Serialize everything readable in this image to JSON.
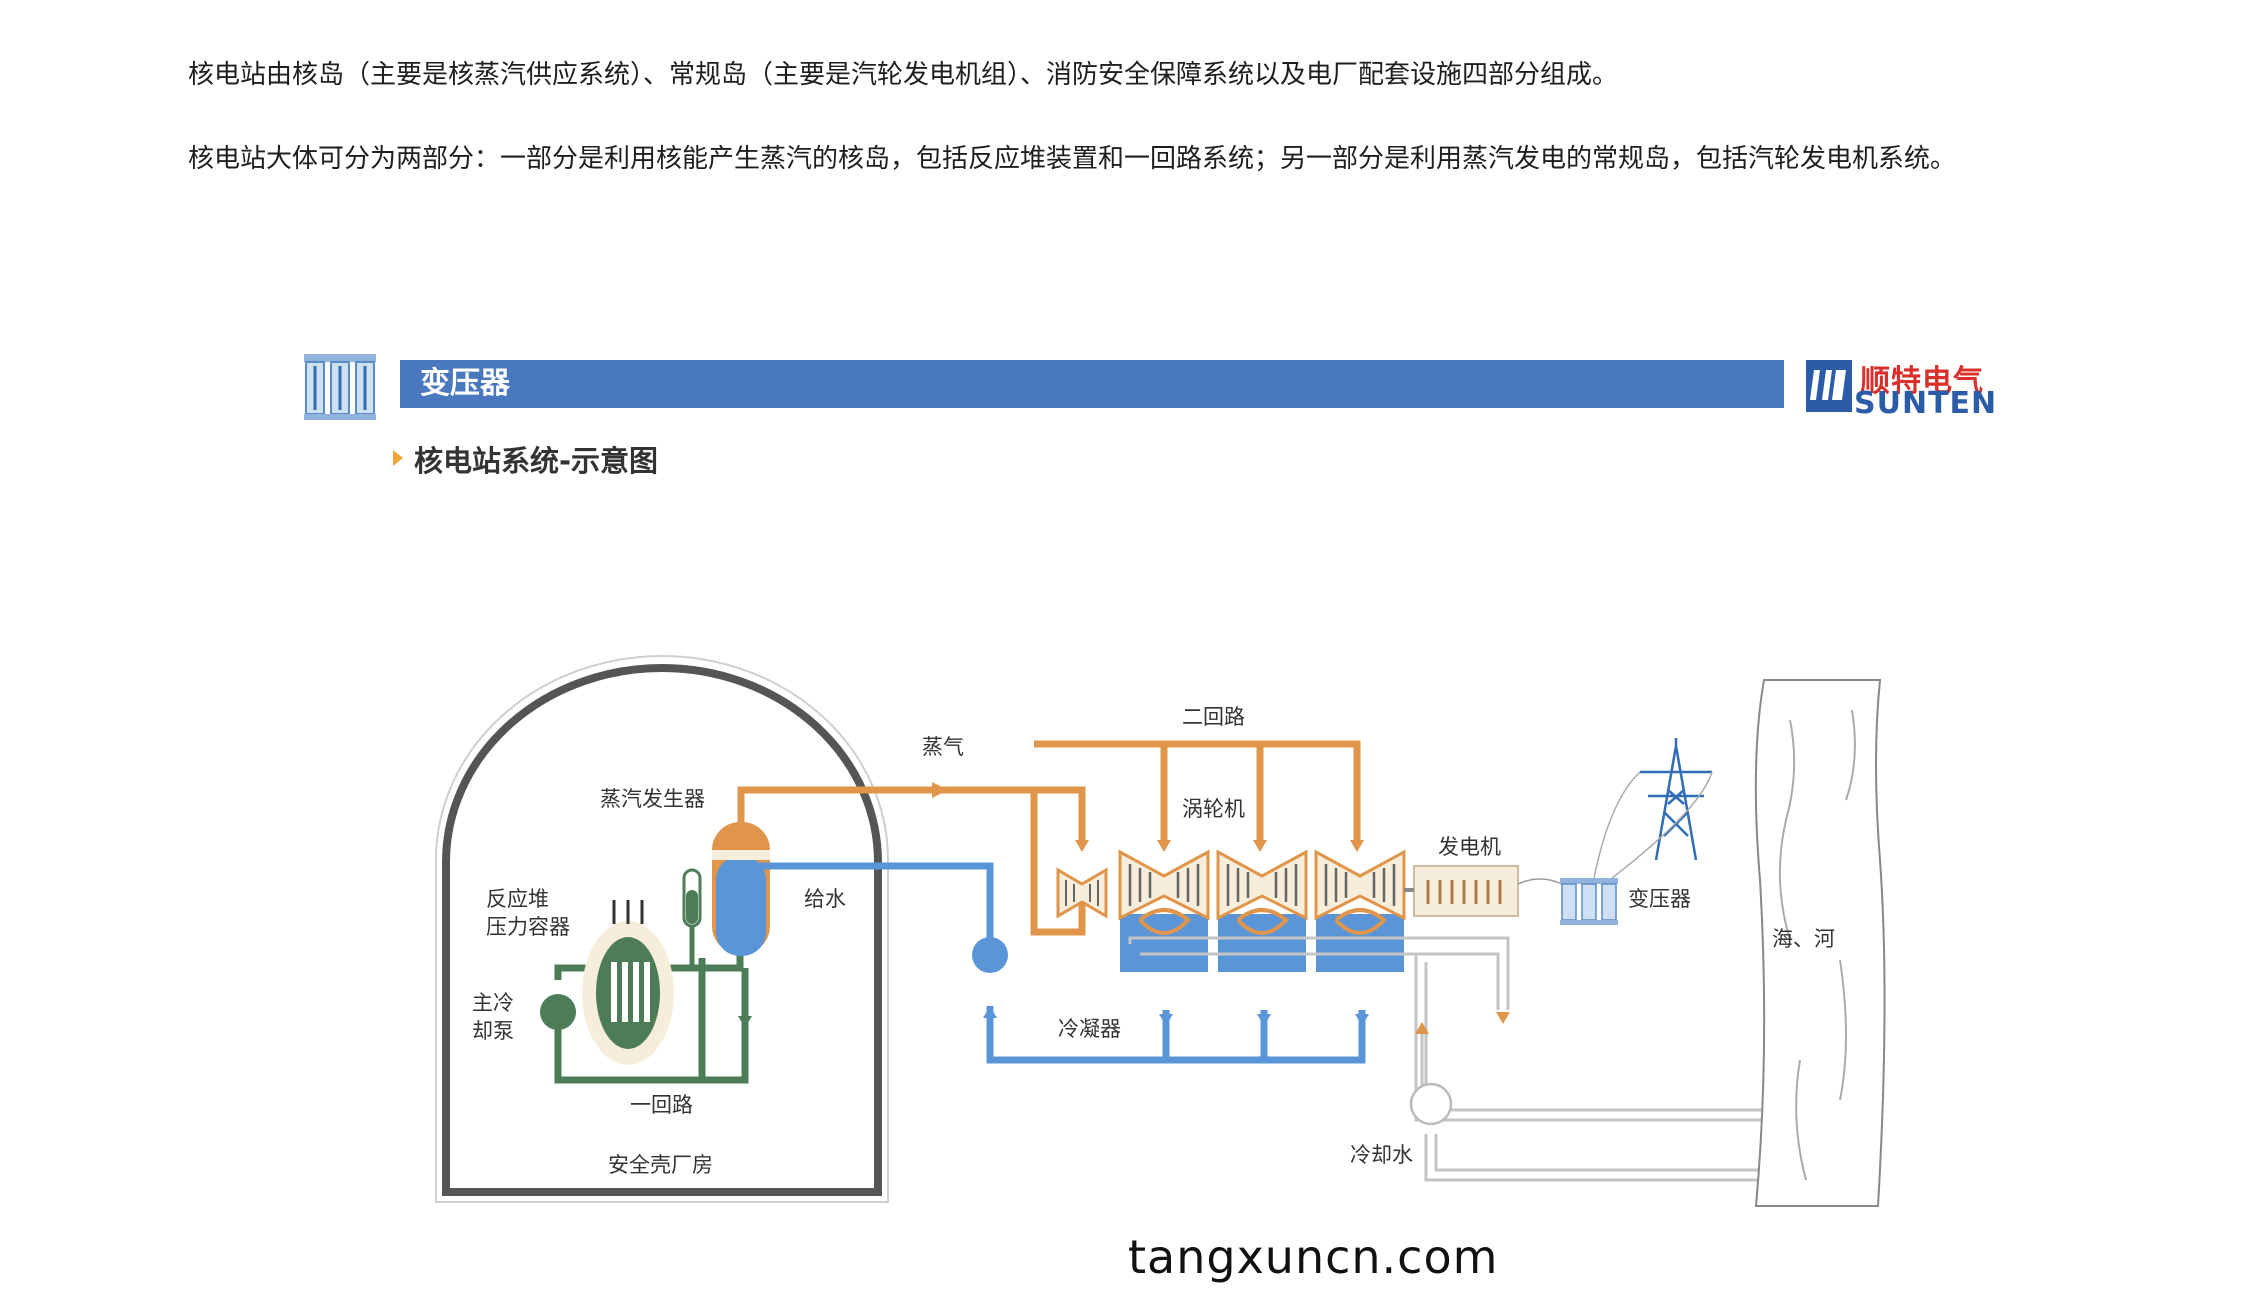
{
  "paragraphs": {
    "p1": "核电站由核岛（主要是核蒸汽供应系统）、常规岛（主要是汽轮发电机组）、消防安全保障系统以及电厂配套设施四部分组成。",
    "p2": "核电站大体可分为两部分：一部分是利用核能产生蒸汽的核岛，包括反应堆装置和一回路系统；另一部分是利用蒸汽发电的常规岛，包括汽轮发电机系统。"
  },
  "banner": {
    "title": "变压器"
  },
  "logo": {
    "cn": "顺特电气",
    "en": "SUNTEN"
  },
  "subtitle": "核电站系统-示意图",
  "labels": {
    "steam_generator": "蒸汽发生器",
    "reactor_line1": "反应堆",
    "reactor_line2": "压力容器",
    "pump_line1": "主冷",
    "pump_line2": "却泵",
    "primary_loop": "一回路",
    "containment": "安全壳厂房",
    "steam": "蒸气",
    "feedwater": "给水",
    "secondary_loop": "二回路",
    "turbine": "涡轮机",
    "generator": "发电机",
    "transformer": "变压器",
    "condenser": "冷凝器",
    "cooling_water": "冷却水",
    "sea_river": "海、河"
  },
  "colors": {
    "steam": "#e0954a",
    "feedwater": "#5a95d8",
    "primary": "#4d7d57",
    "banner": "#4a78bf",
    "logo_red": "#d9302b",
    "logo_blue": "#2b5ca8"
  },
  "watermark": "tangxuncn.com"
}
